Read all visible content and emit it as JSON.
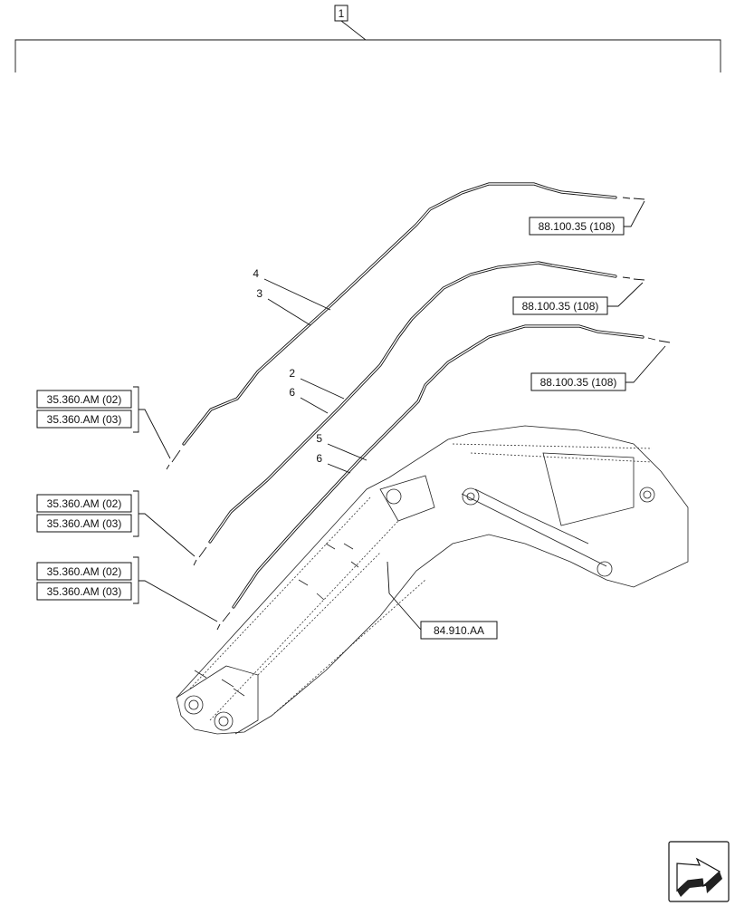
{
  "assembly_callout": "1",
  "pipe_callouts": {
    "c4": "4",
    "c3": "3",
    "c2": "2",
    "c6a": "6",
    "c5": "5",
    "c6b": "6"
  },
  "references": {
    "top_right_1": "88.100.35 (108)",
    "top_right_2": "88.100.35 (108)",
    "top_right_3": "88.100.35 (108)",
    "left_group_1_a": "35.360.AM (02)",
    "left_group_1_b": "35.360.AM (03)",
    "left_group_2_a": "35.360.AM (02)",
    "left_group_2_b": "35.360.AM (03)",
    "left_group_3_a": "35.360.AM (02)",
    "left_group_3_b": "35.360.AM (03)",
    "boom_ref": "84.910.AA"
  },
  "icons": [
    "navigation-arrow-icon"
  ]
}
